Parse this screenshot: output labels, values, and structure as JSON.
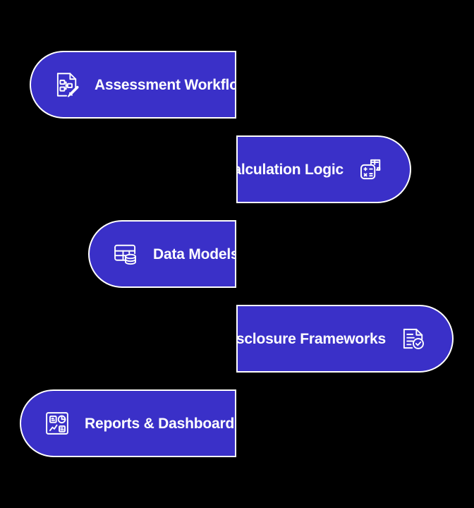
{
  "background_color": "#000000",
  "accent_color": "#3a30c8",
  "border_color": "#ffffff",
  "text_color": "#ffffff",
  "diagram": {
    "layout": "alternating-staircase-pills",
    "items": [
      {
        "label": "Assessment Workflow",
        "icon": "document-flowchart-pencil-icon",
        "icon_side": "left",
        "rounded_side": "left"
      },
      {
        "label": "Calculation Logic",
        "icon": "calculator-chart-icon",
        "icon_side": "right",
        "rounded_side": "right"
      },
      {
        "label": "Data Models",
        "icon": "table-database-icon",
        "icon_side": "left",
        "rounded_side": "left"
      },
      {
        "label": "Disclosure Frameworks",
        "icon": "document-check-icon",
        "icon_side": "right",
        "rounded_side": "right"
      },
      {
        "label": "Reports & Dashboards",
        "icon": "dashboard-charts-icon",
        "icon_side": "left",
        "rounded_side": "left"
      }
    ]
  }
}
